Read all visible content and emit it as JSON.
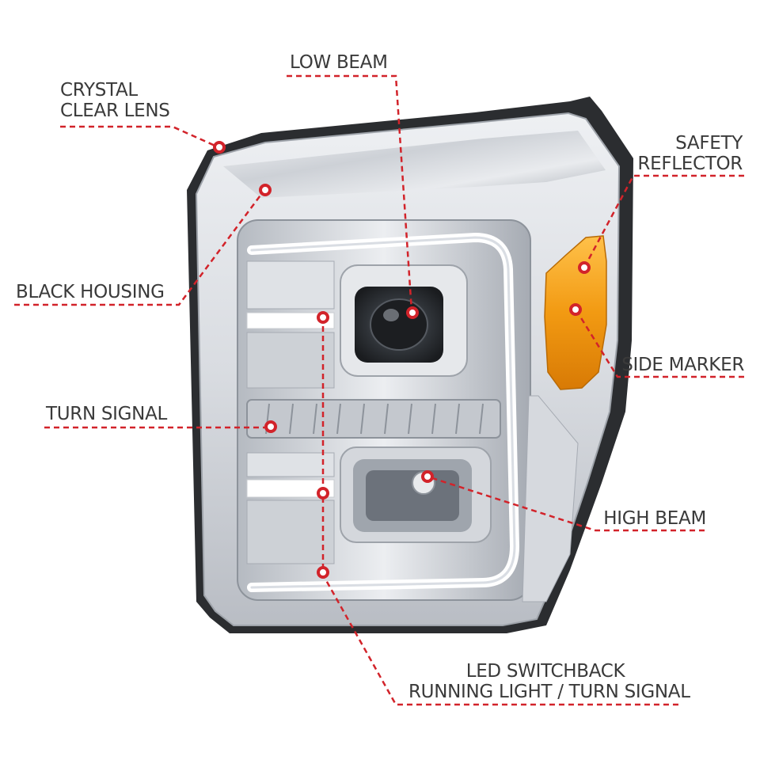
{
  "callouts": {
    "low_beam": "LOW BEAM",
    "crystal_clear_lens_line1": "CRYSTAL",
    "crystal_clear_lens_line2": "CLEAR LENS",
    "safety_reflector_line1": "SAFETY",
    "safety_reflector_line2": "REFLECTOR",
    "black_housing": "BLACK HOUSING",
    "side_marker": "SIDE MARKER",
    "turn_signal": "TURN SIGNAL",
    "high_beam": "HIGH BEAM",
    "led_switchback_line1": "LED SWITCHBACK",
    "led_switchback_line2": "RUNNING LIGHT / TURN SIGNAL"
  },
  "colors": {
    "leader": "#d2232a",
    "label_text": "#3a3a3a",
    "amber": "#f29a12",
    "chrome": "#c9ccd1",
    "housing": "#2b2d30"
  }
}
